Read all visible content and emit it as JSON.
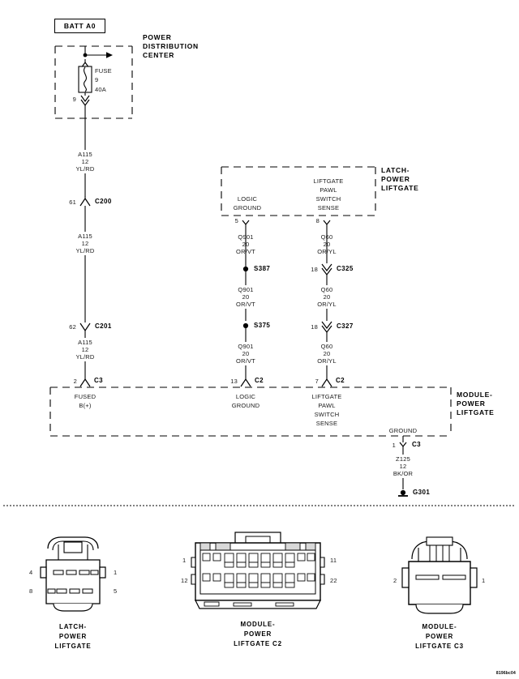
{
  "diagram": {
    "title_code": "8196bc04",
    "battery_box": {
      "label": "BATT A0"
    },
    "power_distribution_center": {
      "label_lines": [
        "POWER",
        "DISTRIBUTION",
        "CENTER"
      ],
      "fuse": {
        "name": "FUSE",
        "number": "9",
        "rating": "40A",
        "cavity": "9"
      }
    },
    "latch_power_liftgate_box": {
      "label_lines": [
        "LATCH-",
        "POWER",
        "LIFTGATE"
      ],
      "pins": [
        {
          "number": "5",
          "function_lines": [
            "LOGIC",
            "GROUND"
          ]
        },
        {
          "number": "8",
          "function_lines": [
            "LIFTGATE",
            "PAWL",
            "SWITCH",
            "SENSE"
          ]
        }
      ]
    },
    "module_power_liftgate_box": {
      "label_lines": [
        "MODULE-",
        "POWER",
        "LIFTGATE"
      ],
      "pins": [
        {
          "number": "2",
          "connector": "C3",
          "function_lines": [
            "FUSED",
            "B(+)"
          ]
        },
        {
          "number": "13",
          "connector": "C2",
          "function_lines": [
            "LOGIC",
            "GROUND"
          ]
        },
        {
          "number": "7",
          "connector": "C2",
          "function_lines": [
            "LIFTGATE",
            "PAWL",
            "SWITCH",
            "SENSE"
          ]
        },
        {
          "number": "1",
          "connector": "C3",
          "function_lines": [
            "GROUND"
          ]
        }
      ]
    },
    "wires": {
      "battery_feed_1": {
        "circuit": "A115",
        "gauge": "12",
        "color": "YL/RD"
      },
      "battery_feed_2": {
        "circuit": "A115",
        "gauge": "12",
        "color": "YL/RD"
      },
      "battery_feed_3": {
        "circuit": "A115",
        "gauge": "12",
        "color": "YL/RD"
      },
      "logic_ground_1": {
        "circuit": "Q901",
        "gauge": "20",
        "color": "OR/VT"
      },
      "logic_ground_2": {
        "circuit": "Q901",
        "gauge": "20",
        "color": "OR/VT"
      },
      "logic_ground_3": {
        "circuit": "Q901",
        "gauge": "20",
        "color": "OR/VT"
      },
      "pawl_sense_1": {
        "circuit": "Q60",
        "gauge": "20",
        "color": "OR/YL"
      },
      "pawl_sense_2": {
        "circuit": "Q60",
        "gauge": "20",
        "color": "OR/YL"
      },
      "pawl_sense_3": {
        "circuit": "Q60",
        "gauge": "20",
        "color": "OR/YL"
      },
      "chassis_ground": {
        "circuit": "Z125",
        "gauge": "12",
        "color": "BK/OR"
      }
    },
    "connectors_inline": [
      {
        "name": "C200",
        "cavity": "61"
      },
      {
        "name": "C201",
        "cavity": "62"
      },
      {
        "name": "C325",
        "cavity": "18"
      },
      {
        "name": "C327",
        "cavity": "18"
      }
    ],
    "splices": [
      {
        "name": "S387"
      },
      {
        "name": "S375"
      }
    ],
    "grounds": [
      {
        "name": "G301"
      }
    ]
  },
  "connector_views": [
    {
      "id": "latch-power-liftgate",
      "caption_lines": [
        "LATCH-",
        "POWER",
        "LIFTGATE"
      ],
      "pin_labels": {
        "top_left": "4",
        "top_right": "1",
        "bottom_left": "8",
        "bottom_right": "5"
      }
    },
    {
      "id": "module-power-liftgate-c2",
      "caption_lines": [
        "MODULE-",
        "POWER",
        "LIFTGATE C2"
      ],
      "pin_labels": {
        "top_left": "1",
        "top_right": "11",
        "bottom_left": "12",
        "bottom_right": "22"
      }
    },
    {
      "id": "module-power-liftgate-c3",
      "caption_lines": [
        "MODULE-",
        "POWER",
        "LIFTGATE C3"
      ],
      "pin_labels": {
        "top_left": "2",
        "top_right": "1"
      }
    }
  ]
}
